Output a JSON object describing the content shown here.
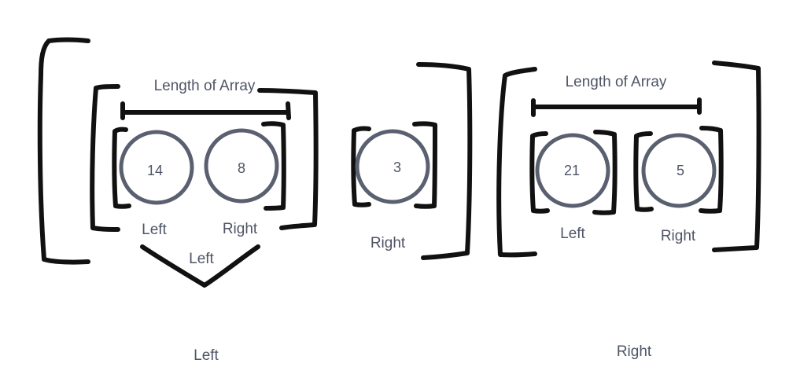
{
  "colors": {
    "stroke": "#111111",
    "circle": "#5a6070",
    "text": "#4f5566",
    "background": "#ffffff"
  },
  "left_group": {
    "length_label": "Length of Array",
    "values": [
      "14",
      "8"
    ],
    "labels": [
      "Left",
      "Right"
    ],
    "merge_label": "Left",
    "bottom_label": "Left"
  },
  "middle": {
    "value": "3",
    "label": "Right"
  },
  "right_group": {
    "length_label": "Length of Array",
    "values": [
      "21",
      "5"
    ],
    "labels": [
      "Left",
      "Right"
    ],
    "bottom_label": "Right"
  }
}
